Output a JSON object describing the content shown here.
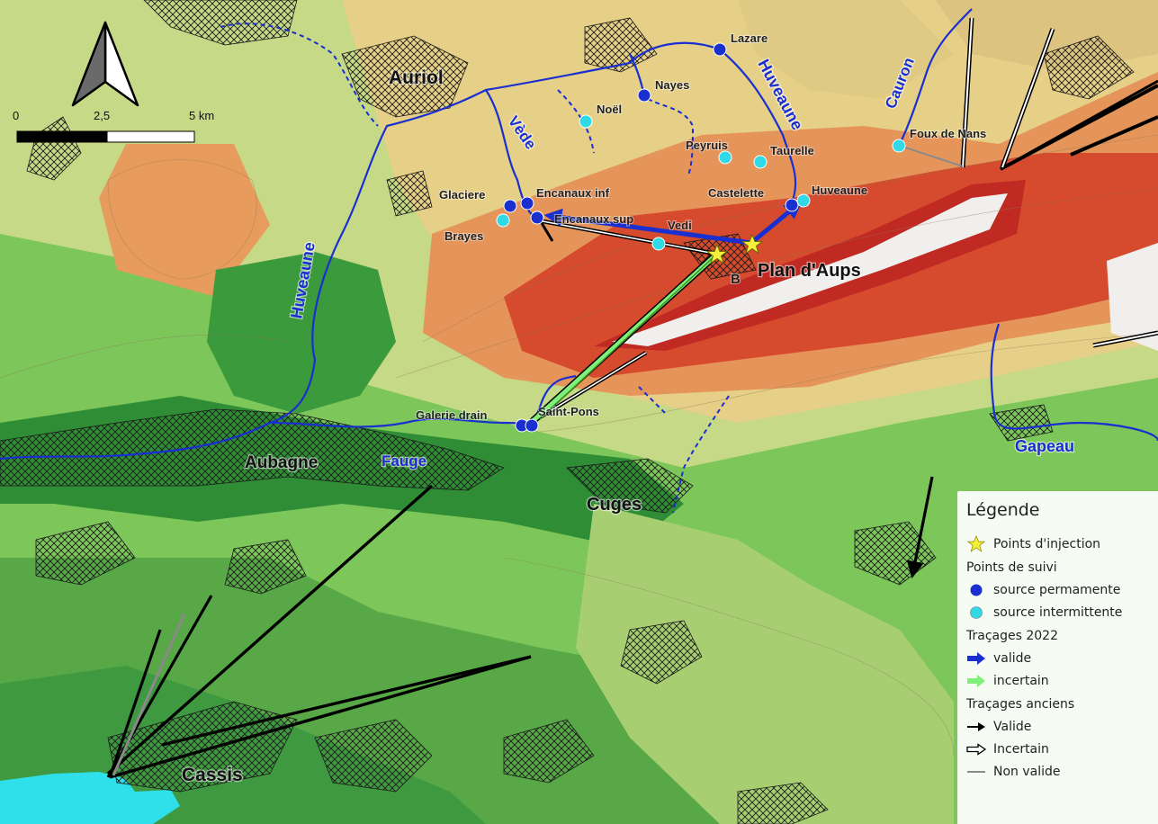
{
  "map": {
    "places": {
      "auriol": "Auriol",
      "aubagne": "Aubagne",
      "cuges": "Cuges",
      "cassis": "Cassis",
      "plan_aups": "Plan d'Aups"
    },
    "rivers": {
      "huveaune_north": "Huveaune",
      "huveaune_west": "Huveaune",
      "vede": "Vède",
      "cauron": "Cauron",
      "fauge": "Fauge",
      "gapeau": "Gapeau"
    },
    "sites": {
      "lazare": "Lazare",
      "nayes": "Nayes",
      "noel": "Noël",
      "peyruis": "Peyruis",
      "taurelle": "Taurelle",
      "foux_nans": "Foux de Nans",
      "glaciere": "Glaciere",
      "encanaux_inf": "Encanaux inf",
      "encanaux_sup": "Encanaux sup",
      "brayes": "Brayes",
      "vedi": "Vedi",
      "castelette": "Castelette",
      "huveaune_src": "Huveaune",
      "galerie_drain": "Galerie drain",
      "saint_pons": "Saint-Pons",
      "b_marker": "B"
    },
    "colors": {
      "river": "#1a2fd0",
      "permanent": "#1a2fd0",
      "intermittent": "#2fd9e6",
      "injection": "#f5f03a",
      "valide_2022": "#1a2fd0",
      "incertain_2022": "#7ff07a",
      "ancien_valide": "#000000",
      "non_valide": "#8a8a8a"
    }
  },
  "scale": {
    "ticks": [
      "0",
      "2,5",
      "5 km"
    ]
  },
  "north_arrow": {
    "icon": "north-arrow-icon"
  },
  "legend": {
    "title": "Légende",
    "injection": "Points d'injection",
    "suivi_title": "Points de suivi",
    "permanente": "source permamente",
    "intermittente": "source intermittente",
    "tracages_2022": "Traçages 2022",
    "valide": "valide",
    "incertain": "incertain",
    "tracages_anciens": "Traçages anciens",
    "ancien_valide": "Valide",
    "ancien_incertain": "Incertain",
    "non_valide": "Non valide"
  }
}
